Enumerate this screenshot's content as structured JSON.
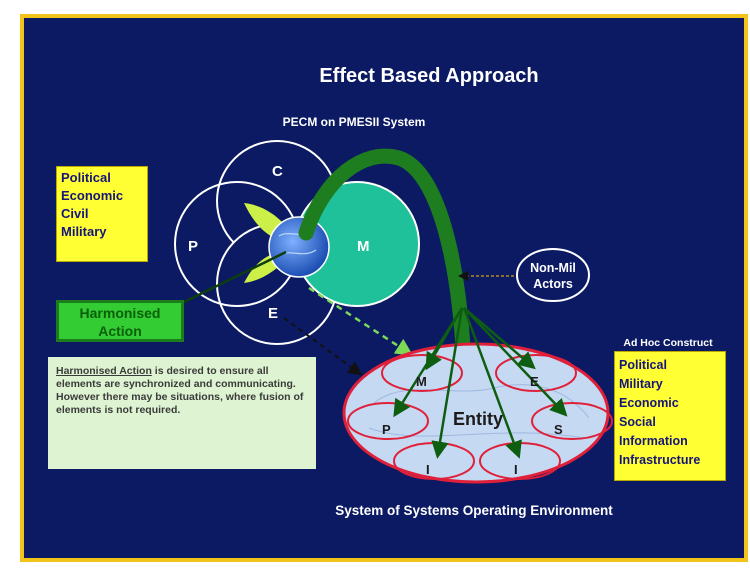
{
  "title": "Effect Based Approach",
  "subtitle": "PECM on PMESII System",
  "footer": "System of Systems Operating Environment",
  "venn": {
    "p": "P",
    "c": "C",
    "e": "E",
    "m": "M"
  },
  "pecm_box": [
    "Political",
    "Economic",
    "Civil",
    "Military"
  ],
  "harmonised_action": [
    "Harmonised",
    "Action"
  ],
  "note": {
    "heading": "Harmonised Action",
    "body": " is desired to ensure all elements are synchronized and communicating.  However there may be situations, where fusion of elements is not required."
  },
  "non_mil": [
    "Non-Mil",
    "Actors"
  ],
  "ad_hoc": "Ad Hoc Construct",
  "pmesii_box": [
    "Political",
    "Military",
    "Economic",
    "Social",
    "Information",
    "Infrastructure"
  ],
  "entity": {
    "center": "Entity",
    "nodes": {
      "m": "M",
      "e": "E",
      "p": "P",
      "s": "S",
      "i1": "I",
      "i2": "I"
    }
  },
  "colors": {
    "background": "#0b1a63",
    "border": "#f0c419",
    "yellow": "#ffff33",
    "arrow_green": "#1e7d1e",
    "venn_p": "#ccf048",
    "venn_m": "#1fc19a",
    "globe": "#3a6fd8",
    "entity_fill": "#c6d9f2",
    "entity_border": "#e0203a"
  }
}
